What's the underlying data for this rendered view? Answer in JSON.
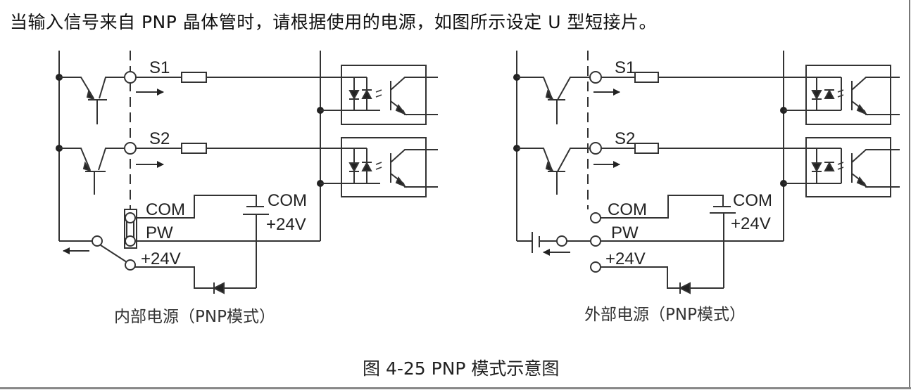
{
  "intro_text": "当输入信号来自 PNP 晶体管时，请根据使用的电源，如图所示设定 U 型短接片。",
  "figure_caption": "图  4-25 PNP 模式示意图",
  "diagrams": [
    {
      "caption": "内部电源（PNP模式）",
      "terminals": {
        "s1": "S1",
        "s2": "S2",
        "com": "COM",
        "pw": "PW",
        "v24": "+24V"
      },
      "supply": {
        "com": "COM",
        "v24": "+24V"
      },
      "jumper": "COM-PW"
    },
    {
      "caption": "外部电源（PNP模式）",
      "terminals": {
        "s1": "S1",
        "s2": "S2",
        "com": "COM",
        "pw": "PW",
        "v24": "+24V"
      },
      "supply": {
        "com": "COM",
        "v24": "+24V"
      },
      "jumper": "none"
    }
  ],
  "colors": {
    "line": "#333333",
    "text": "#222222"
  }
}
